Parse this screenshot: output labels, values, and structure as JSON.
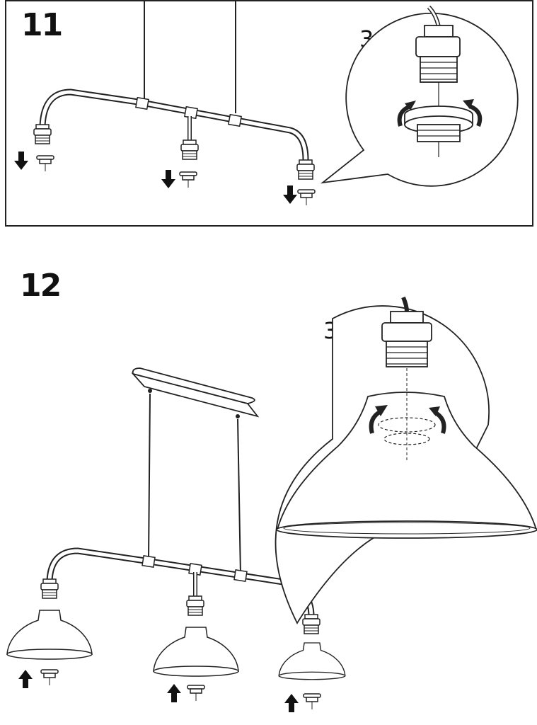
{
  "steps": [
    {
      "number": "11",
      "multiplier": "3x"
    },
    {
      "number": "12",
      "multiplier": "3x"
    }
  ],
  "colors": {
    "line": "#222222",
    "fill": "#ffffff",
    "shade": "#e6e6e6"
  }
}
